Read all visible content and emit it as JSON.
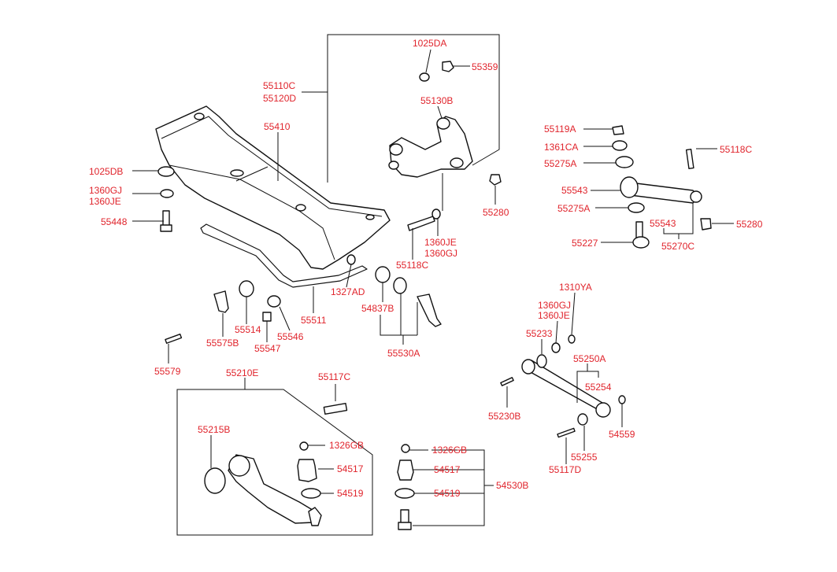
{
  "diagram": {
    "labels": {
      "l_1025DA": "1025DA",
      "l_55359": "55359",
      "l_55110C": "55110C",
      "l_55120D": "55120D",
      "l_55130B": "55130B",
      "l_55410": "55410",
      "l_1025DB": "1025DB",
      "l_1360GJ_a": "1360GJ",
      "l_1360JE_a": "1360JE",
      "l_55448": "55448",
      "l_55280_a": "55280",
      "l_55118C_a": "55118C",
      "l_1360JE_b": "1360JE",
      "l_1360GJ_b": "1360GJ",
      "l_1327AD": "1327AD",
      "l_55511": "55511",
      "l_55514": "55514",
      "l_55575B": "55575B",
      "l_55546": "55546",
      "l_55547": "55547",
      "l_54837B": "54837B",
      "l_55530A": "55530A",
      "l_55579": "55579",
      "l_55119A": "55119A",
      "l_1361CA": "1361CA",
      "l_55275A_a": "55275A",
      "l_55118C_b": "55118C",
      "l_55543_a": "55543",
      "l_55275A_b": "55275A",
      "l_55543_b": "55543",
      "l_55280_b": "55280",
      "l_55227": "55227",
      "l_55270C": "55270C",
      "l_1310YA": "1310YA",
      "l_1360GJ_c": "1360GJ",
      "l_1360JE_c": "1360JE",
      "l_55233": "55233",
      "l_55250A": "55250A",
      "l_55254": "55254",
      "l_55230B": "55230B",
      "l_54559": "54559",
      "l_55255": "55255",
      "l_55117D": "55117D",
      "l_55210E": "55210E",
      "l_55117C": "55117C",
      "l_55215B": "55215B",
      "l_1326GB_a": "1326GB",
      "l_54517_a": "54517",
      "l_54519_a": "54519",
      "l_1326GB_b": "1326GB",
      "l_54517_b": "54517",
      "l_54519_b": "54519",
      "l_54530B": "54530B"
    },
    "colors": {
      "label": "#e0242c",
      "line": "#111111"
    }
  }
}
